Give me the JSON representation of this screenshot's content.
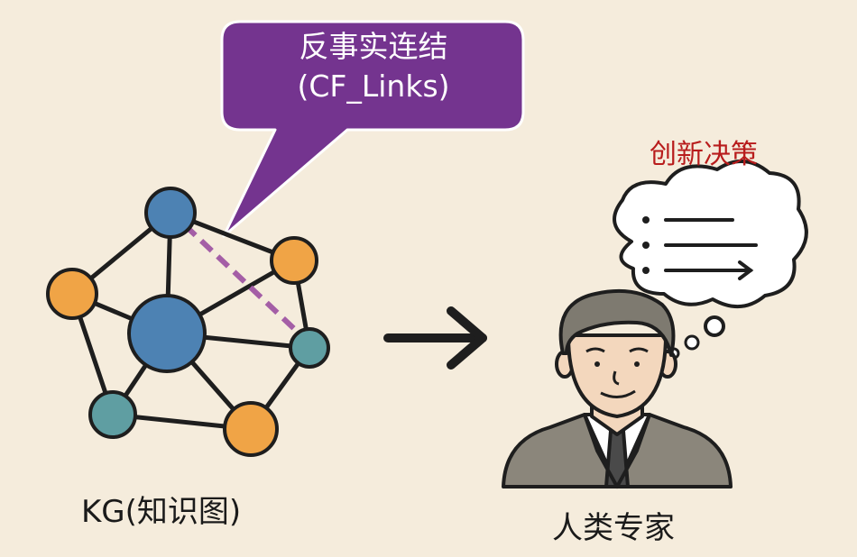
{
  "callout": {
    "line1": "反事实连结",
    "line2": "(CF_Links)"
  },
  "kg_label": "KG(知识图)",
  "expert_label": "人类专家",
  "decision_label": "创新决策",
  "colors": {
    "background": "#f5ecdc",
    "callout_fill": "#74348f",
    "node_blue": "#4d82b3",
    "node_orange": "#f0a446",
    "node_teal": "#5f9ea2",
    "cf_link": "#a45ea6",
    "decision_text": "#b81c1c"
  }
}
